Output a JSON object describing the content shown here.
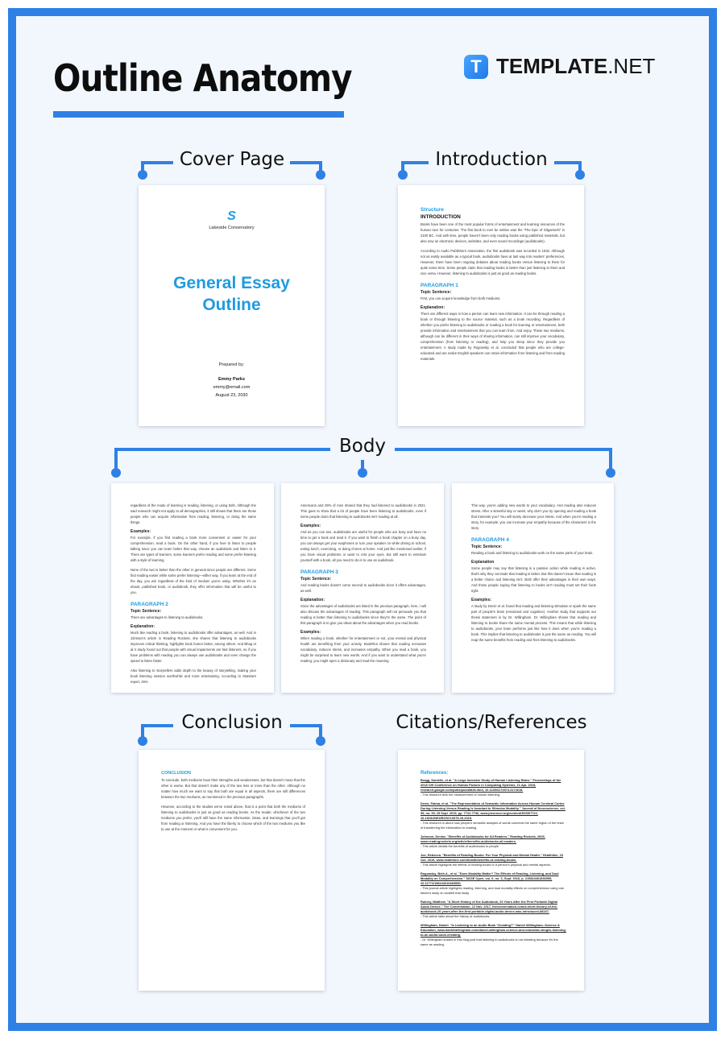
{
  "header": {
    "title": "Outline Anatomy",
    "brand_icon": "T",
    "brand_bold": "TEMPLATE",
    "brand_light": ".NET"
  },
  "colors": {
    "frame": "#2f80e4",
    "background": "#f2f7fd",
    "doc_accent": "#1f9be0",
    "text": "#111111"
  },
  "sections": {
    "cover": {
      "label": "Cover Page",
      "org": "Lakeside Conservatory",
      "title_line1": "General Essay",
      "title_line2": "Outline",
      "prepared_by": "Prepared by:",
      "author": "Emmy Parks",
      "email": "emmy@email.com",
      "date": "August 23, 2030"
    },
    "introduction": {
      "label": "Introduction",
      "heading": "Structure",
      "subheading": "INTRODUCTION",
      "para1": "Books have been one of the most popular forms of entertainment and learning resources of the human race for centuries. The first book to ever be written was the \"The Epic of Gilgamesh\" in 2100 BC. And with time, people haven't been only reading books using published materials, but also now on electronic devices, websites, and even sound recordings (audiobooks).",
      "para2": "According to Audio Publishers Association, the first audiobook was recorded in 1932. Although not as easily available as a typical book, audiobooks have at last way into readers' preferences. However, there have been ongoing debates about reading books versus listening to them for quite some time. Some people claim that reading books is better than just listening to them and vice versa. However, listening to audiobooks is just as good as reading books.",
      "p1_heading": "PARAGRAPH 1",
      "p1_topic_label": "Topic Sentence:",
      "p1_topic": "First, you can acquire knowledge from both mediums.",
      "p1_expl_label": "Explanation:",
      "p1_expl": "There are different ways in how a person can learn new information. It can be through reading a book or through listening to the source material, such as a book recording. Regardless of whether you prefer listening to audiobooks or reading a book for learning or entertainment, both provide information and entertainment that you can learn from. And enjoy. These two mediums, although can be different in their ways of sharing information, can still improve your vocabulary, comprehension (from listening or reading), and help you sleep since they provide you entertainment. A study made by Rogowsky et al. concluded that people who are college-educated and are native English speakers can retain information from listening and from reading materials."
    },
    "body": {
      "label": "Body",
      "page1": {
        "para_top": "regardless of the mode of learning is reading, listening, or using both. Although the said research might not apply to all demographics, it still shows that there are those people who can acquire information from reading, listening, or doing the same things.",
        "examples_label": "Examples:",
        "examples": "For example, if you find reading a book more convenient or easier for your comprehension, read a book. On the other hand, if you love to listen to people talking since you can learn better that way, choose an audiobook and listen to it. There are types of learners, some learners prefer reading and some prefer listening with a style of learning.",
        "para2": "None of the two is better than the other in general since people are different. Some find reading easier while some prefer listening—either way, if you learn at the end of the day, you win regardless of the kind of medium you're using. Whether it's an ebook, published book, or audiobook, they offer information that will be useful to you.",
        "p2_heading": "PARAGRAPH 2",
        "p2_topic_label": "Topic Sentence:",
        "p2_topic": "There are advantages to listening to audiobooks.",
        "p2_expl_label": "Explanation:",
        "p2_expl": "Much like reading a book, listening to audiobooks offer advantages, as well. And in Johnson's article in Reading Rockets, she shares that listening to audiobooks improves critical thinking, highlights book humor better, among others. And Bhag et al.'s study found out that people with visual impairments are fast listeners, so if you have problems with reading you can always use audiobooks and even change the speed to listen faster.",
        "para_end": "Also listening to storytellers adds depth to the beauty of storytelling, making your book listening session worthwhile and more entertaining. According to Statista's report, 25%"
      },
      "page2": {
        "para_top": "Americans and 29% of men shared that they had listened to audiobooks in 2021. This goes to show that a lot of people have been listening to audiobooks, even if some people claim that listening to audiobooks isn't reading at all.",
        "examples_label": "Examples:",
        "examples": "And as you can see, audiobooks are useful for people who are busy and have no time to get a book and read it. If you want to finish a book chapter on a busy day, you can always get your earphones or turn your speaker on while driving to school, eating lunch, exercising, or doing chores at home. And just like mentioned earlier, if you have visual problems or want to rest your eyes, but still want to entertain yourself with a book, all you need to do is to use an audiobook.",
        "p3_heading": "PARAGRAPH 3",
        "p3_topic_label": "Topic Sentence:",
        "p3_topic": "And reading books doesn't come second to audiobooks since it offers advantages, as well.",
        "p3_expl_label": "Explanation:",
        "p3_expl": "Since the advantages of audiobooks are listed in the previous paragraph, here, I will also discuss the advantages of reading. This paragraph will not persuade you that reading is better than listening to audiobooks since they're the same. The point of this paragraph is to give you ideas about the advantages when you read books.",
        "p3_ex_label": "Examples:",
        "p3_examples": "When reading a book, whether for entertainment or not, your mental and physical health are benefiting from your activity. BookRiot shares that reading increases vocabulary, reduces stress, and increases empathy. When you read a book, you might be surprised to learn new words. And if you want to understand what you're reading, you might open a dictionary and read the meaning."
      },
      "page3": {
        "para_top": "This way, you're adding new words to your vocabulary. And reading also reduces stress. After a stressful day or week, why don't you try opening and reading a book that interests you? You will surely decrease your stress. And when you're reading a story, for example, you can increase your empathy because of the characters in the story.",
        "p4_heading": "PARAGRAPH 4",
        "p4_topic_label": "Topic Sentence:",
        "p4_topic": "Reading a book and listening to audiobooks work on the same parts of your brain.",
        "p4_expl_label": "Explanation",
        "p4_expl": "Some people may say that listening is a passive action while reading is active, that's why they conclude that reading is better. But this doesn't mean that reading is a better choice and listening isn't. Both offer their advantages in their own ways. And those people saying that listening to books isn't reading must set their facts right.",
        "p4_ex_label": "Examples:",
        "p4_examples": "A study by Deniz et al. found that reading and listening stimulate or spark the same part of people's brain (emotional and cognitive). Another study that supports our thesis statement is by Dr. Willingham. Dr. Willingham shows that reading and listening to books share the same mental process. This means that while listening to audiobooks, your brain performs just like how it does when you're reading a book. This implies that listening to audiobooks is just the same as reading. You will reap the same benefits from reading and from listening to audiobooks."
      }
    },
    "conclusion": {
      "label": "Conclusion",
      "heading": "CONCLUSION",
      "para1": "To conclude, both mediums have their strengths and weaknesses, but that doesn't mean that the other is worse. But that doesn't make any of the two less or more than the other. Although no matter how much we want to say that both are equal in all aspects, there are still differences between the two mediums, as mentioned in the previous paragraphs.",
      "para2": "However, according to the studies we've noted above, that is a point that both the mediums of listening to audiobooks is just as good as reading books. As the reader, whichever of the two mediums you prefer, you'll still have the same information, ideas, and learnings that you'll get from reading or listening. And you have the liberty to choose which of the two mediums you like to use at the moment or what is convenient for you."
    },
    "references": {
      "label": "Citations/References",
      "heading": "References:",
      "items": [
        {
          "cite": "Bragg, Danielle, et al. \"A Large Inclusive Study of Human Listening Rates.\" Proceedings of the 2018 CHI Conference on Human Factors in Computing Systems, 21 Apr. 2018, research.google.com/pubs/pub46828.html, 10.1145/3173574.3174018.",
          "note": "- This research tells the measurement of human listening."
        },
        {
          "cite": "Deniz, Fatma, et al. \"The Representation of Semantic Information Across Human Cerebral Cortex During Listening Versus Reading Is Invariant to Stimulus Modality.\" Journal of Neuroscience, vol. 39, no. 39, 25 Sept. 2019, pp. 7722-7736, www.jneurosci.org/content/39/39/7722, 10.1523/JNEUROSCI.0675-19.2019.",
          "note": "- This research is about how people's semantic analysis of words connects the same region of the brain of transferring the information to reading."
        },
        {
          "cite": "Johnson, Denise. \"Benefits of Audiobooks for All Readers.\" Reading Rockets, 2003, www.readingrockets.org/article/benefits-audiobooks-all-readers.",
          "note": "- This article details the benefits of audiobooks to people."
        },
        {
          "cite": "Joe, Rebecca. \"Benefits of Reading Books: For Your Physical and Mental Health.\" Healthline, 15 Oct. 2019, www.healthline.com/health/benefits-of-reading-books.",
          "note": "- This article highlights the effects of reading books to a person's physical and mental aspects."
        },
        {
          "cite": "Rogowsky, Beth A., et al. \"Does Modality Matter? The Effects of Reading, Listening, and Dual Modality on Comprehension.\" SAGE Open, vol. 6, no. 3, Sept. 2016, p. 215824401666955, 10.1177/2158244016669550.",
          "note": "- This journal article highlights reading, listening, and dual modality effects on comprehension using one tailored study on studied that study."
        },
        {
          "cite": "Rubery, Matthew. \"A Short History of the Audiobook, 20 Years After the First Portable Digital Audio Device.\" The Conversation, 22 Nov. 2017, theconversation.com/a-short-history-of-the-audiobook-20-years-after-the-first-portable-digital-audio-device-was-introduced-88167.",
          "note": "- This article talks about the history of audiobooks."
        },
        {
          "cite": "Willingham, Daniel. \"Is Listening to an Audio Book 'Cheating?'\" Daniel Willingham--Science & Education, www.danielwillingham.com/daniel-willingham-science-and-education-blog/is-listening-to-an-audio-book-cheating.",
          "note": "- Dr. Willingham shares in this blog post that listening to audiobooks is not cheating because it's the same as reading."
        }
      ]
    }
  }
}
